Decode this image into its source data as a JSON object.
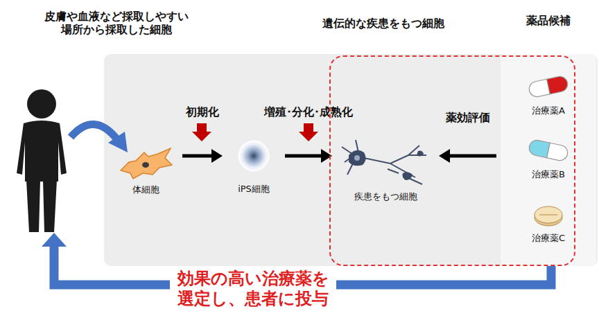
{
  "diagram": {
    "nodes": [
      {
        "text": [
          "体細胞"
        ]
      },
      {
        "text": [
          "iPS細胞"
        ]
      },
      {
        "text": [
          "遺伝的な疾患をもつ細胞"
        ]
      },
      {
        "text": [
          "疾患をもつ細胞"
        ],
        "in": 2
      },
      {
        "text": [
          "薬品候補"
        ]
      },
      {
        "text": [
          "治療薬A"
        ],
        "in": 4
      },
      {
        "text": [
          "治療薬B"
        ],
        "in": 4
      },
      {
        "text": [
          "治療薬C"
        ],
        "in": 4
      }
    ],
    "edges": [
      {
        "from": 0,
        "to": 1,
        "label": "初期化",
        "arrow": "to"
      },
      {
        "from": 1,
        "to": 3,
        "label": "増殖･分化･成熟化",
        "arrow": "to"
      },
      {
        "from": 4,
        "to": 3,
        "label": "薬効評価",
        "arrow": "to"
      }
    ],
    "labels": [
      "皮膚や血液など採取しやすい 場所から採取した細胞",
      "効果の高い治療薬を 選定し、患者に投与"
    ]
  }
}
